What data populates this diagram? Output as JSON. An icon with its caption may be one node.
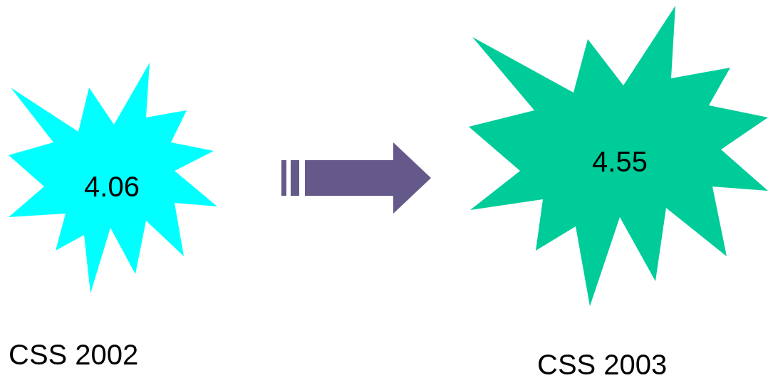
{
  "diagram": {
    "nodes": [
      {
        "text": [
          "4.06"
        ],
        "beside": [
          "CSS 2002"
        ]
      },
      {
        "text": [
          "4.55"
        ],
        "beside": [
          "CSS 2003"
        ]
      }
    ],
    "edges": [
      {
        "from": 0,
        "to": 1,
        "arrow": "to",
        "style": "thick",
        "color": "#65598a"
      }
    ]
  }
}
